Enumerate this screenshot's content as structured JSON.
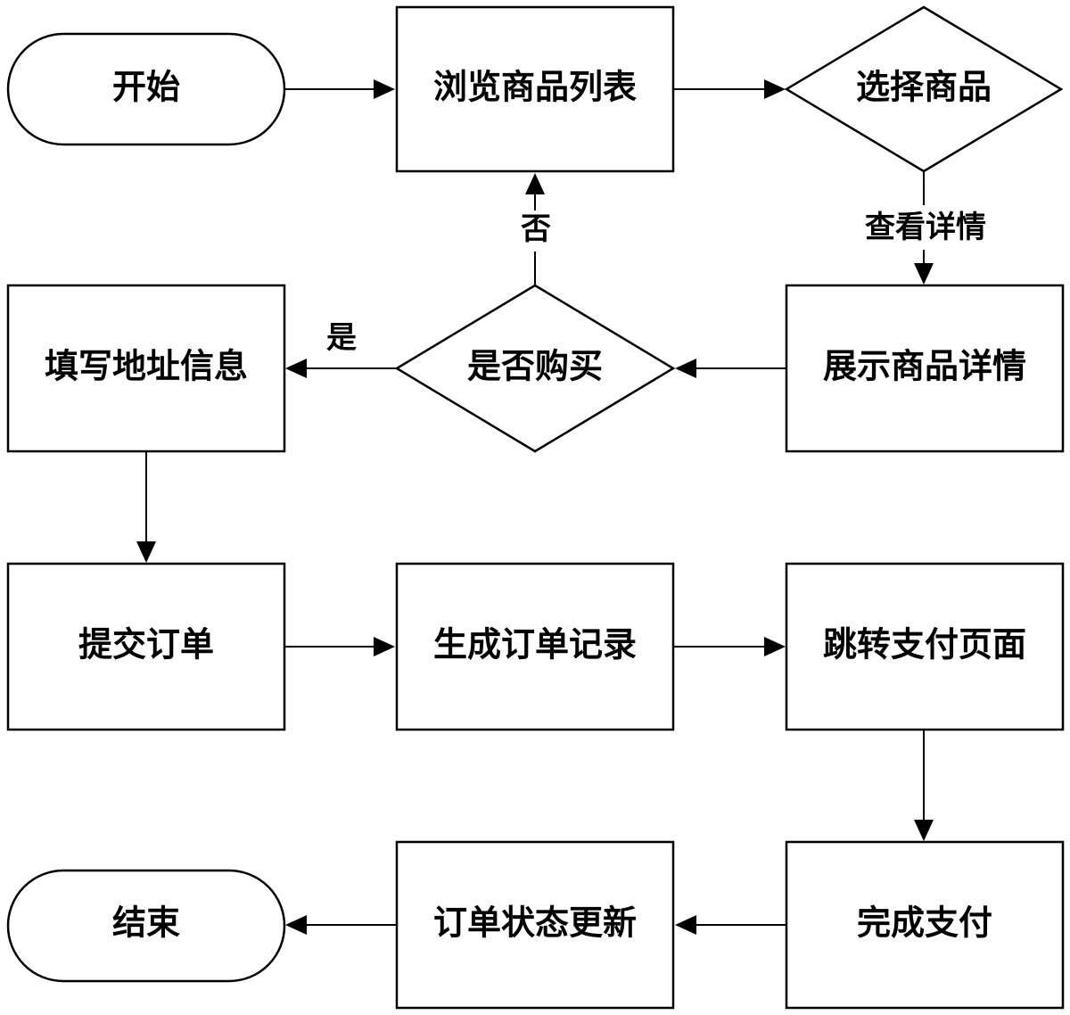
{
  "nodes": {
    "start": "开始",
    "browse": "浏览商品列表",
    "select": "选择商品",
    "detail": "展示商品详情",
    "decide": "是否购买",
    "address": "填写地址信息",
    "submit": "提交订单",
    "record": "生成订单记录",
    "jump": "跳转支付页面",
    "pay": "完成支付",
    "update": "订单状态更新",
    "end": "结束"
  },
  "edges": {
    "view_detail": "查看详情",
    "no": "否",
    "yes": "是"
  }
}
